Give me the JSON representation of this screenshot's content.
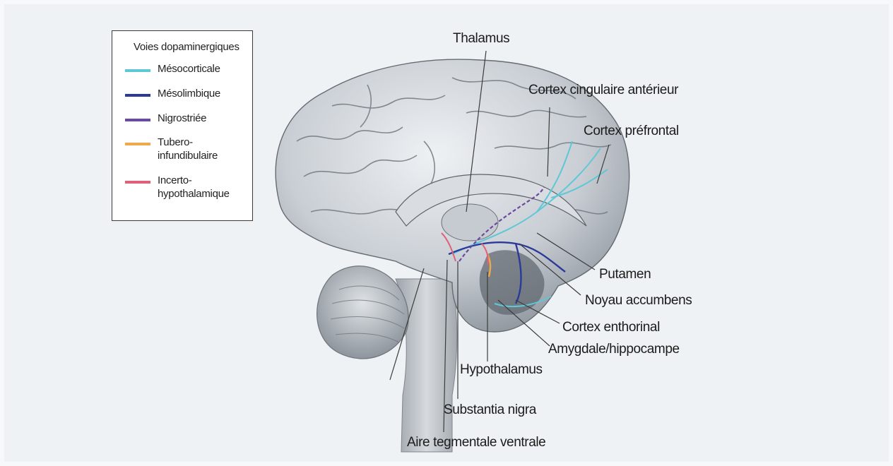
{
  "legend": {
    "title": "Voies dopaminergiques",
    "items": [
      {
        "label": "Mésocorticale",
        "color": "#5fc7d6"
      },
      {
        "label": "Mésolimbique",
        "color": "#2b3a9a"
      },
      {
        "label": "Nigrostriée",
        "color": "#6a4aa0"
      },
      {
        "label": "Tubero-\ninfundibulaire",
        "color": "#f0a84a"
      },
      {
        "label": "Incerto-\nhypothalamique",
        "color": "#e0607a"
      }
    ]
  },
  "labels": {
    "thalamus": "Thalamus",
    "cortex_cingulaire": "Cortex cingulaire antérieur",
    "cortex_prefrontal": "Cortex préfrontal",
    "putamen": "Putamen",
    "noyau_accumbens": "Noyau accumbens",
    "cortex_enthorinal": "Cortex enthorinal",
    "amygdale": "Amygdale/hippocampe",
    "hypothalamus": "Hypothalamus",
    "substantia_nigra": "Substantia nigra",
    "aire_tegmentale": "Aire tegmentale ventrale"
  }
}
